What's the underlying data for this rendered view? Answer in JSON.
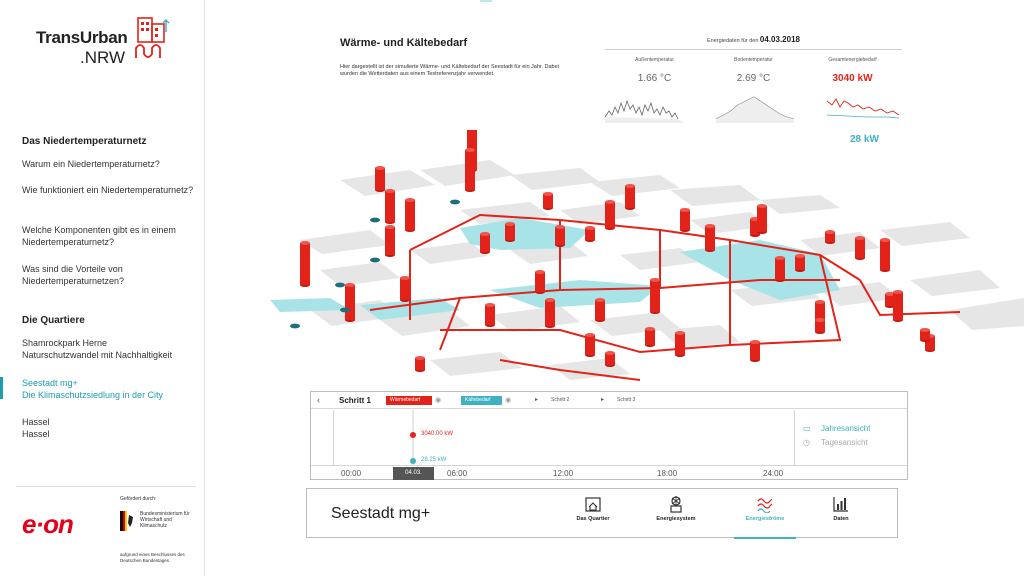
{
  "brand": {
    "line1": "TransUrban",
    "line2": ".NRW"
  },
  "sidebar": {
    "section1_title": "Das Niedertemperaturnetz",
    "section1_items": [
      "Warum ein Niedertemperaturnetz?",
      "Wie funktioniert ein Niedertemperaturnetz?",
      "Welche Komponenten gibt es in einem Niedertemperaturnetz?",
      "Was sind die Vorteile von Niedertemperaturnetzen?"
    ],
    "section2_title": "Die Quartiere",
    "quarters": [
      {
        "name": "Shamrockpark Herne",
        "subtitle": "Naturschutzwandel mit Nachhaltigkeit"
      },
      {
        "name": "Seestadt mg+",
        "subtitle": "Die Klimaschutzsiedlung in der City"
      },
      {
        "name": "Hassel",
        "subtitle": "Hassel"
      }
    ],
    "funder_label": "Gefördert durch:",
    "eon_logo": "e·on",
    "ministry": "Bundesministerium für Wirtschaft und Klimaschutz",
    "funder_note": "aufgrund eines Beschlusses des Deutschen Bundestages"
  },
  "main": {
    "title": "Wärme- und Kältebedarf",
    "description": "Hier dargestellt ist der simulierte Wärme- und Kältebedarf der Seestadt für ein Jahr. Dabei wurden die Wetterdaten aus einem Testreferenzjahr verwendet."
  },
  "energy": {
    "date_prefix": "Energiedaten für den",
    "date": "04.03.2018",
    "outdoor": {
      "label": "Außentemperatur",
      "value": "1.66 °C"
    },
    "ground": {
      "label": "Bodentemperatur",
      "value": "2.69 °C"
    },
    "total": {
      "label": "Gesamtenergiebedarf",
      "heat_value": "3040 kW",
      "cold_value": "28 kW"
    },
    "colors": {
      "heat": "#e2231a",
      "cold": "#3fb1c2"
    }
  },
  "timeline": {
    "back_icon": "chevron-left-icon",
    "step1": "Schritt 1",
    "heat_pill": "Wärmebedarf",
    "cold_pill": "Kältebedarf",
    "step2": "Schritt 2",
    "step3": "Schritt 3",
    "times": [
      "00:00",
      "06:00",
      "12:00",
      "18:00",
      "24:00"
    ],
    "current_date": "04.03.",
    "heat_reading": "3040.00 kW",
    "cold_reading": "28.25 kW",
    "year_view": "Jahresansicht",
    "day_view": "Tagesansicht"
  },
  "bottom": {
    "district": "Seestadt mg+",
    "nav": [
      "Das Quartier",
      "Energiesystem",
      "Energieströme",
      "Daten"
    ],
    "active": "Energieströme"
  },
  "map_demand": {
    "heat_levels_kw": [
      42,
      35,
      28,
      31,
      58,
      12,
      30,
      20,
      18,
      20,
      22,
      14,
      26,
      18,
      32,
      12,
      20,
      22,
      20,
      16,
      22,
      10,
      26,
      22,
      18,
      30,
      12,
      18,
      16,
      20,
      24,
      40,
      12,
      14,
      20,
      16,
      26,
      22,
      28,
      10,
      12,
      14
    ],
    "cold_levels_kw": [
      4,
      4,
      4,
      4,
      4,
      4
    ]
  }
}
